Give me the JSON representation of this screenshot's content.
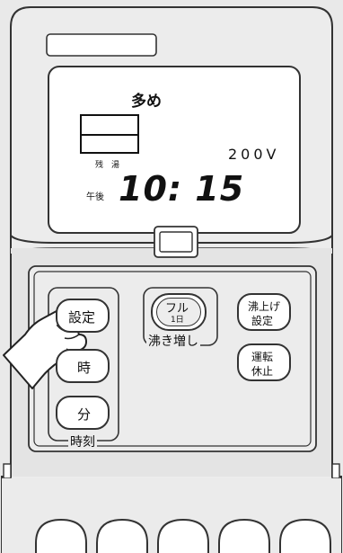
{
  "display": {
    "mode_label": "多め",
    "tank_label_left": "残",
    "tank_label_right": "湯",
    "voltage": "200V",
    "ampm": "午後",
    "time": "10: 15"
  },
  "buttons": {
    "settei": "設定",
    "ji": "時",
    "fun": "分",
    "group_jikoku": "時刻",
    "full_main": "フル",
    "full_sub": "1日",
    "group_wakimashi": "沸き増し",
    "wakiage_line1": "沸上げ",
    "wakiage_line2": "設定",
    "unten_line1": "運転",
    "unten_line2": "休止"
  },
  "icons": {
    "hand": "pointing-hand-icon"
  }
}
